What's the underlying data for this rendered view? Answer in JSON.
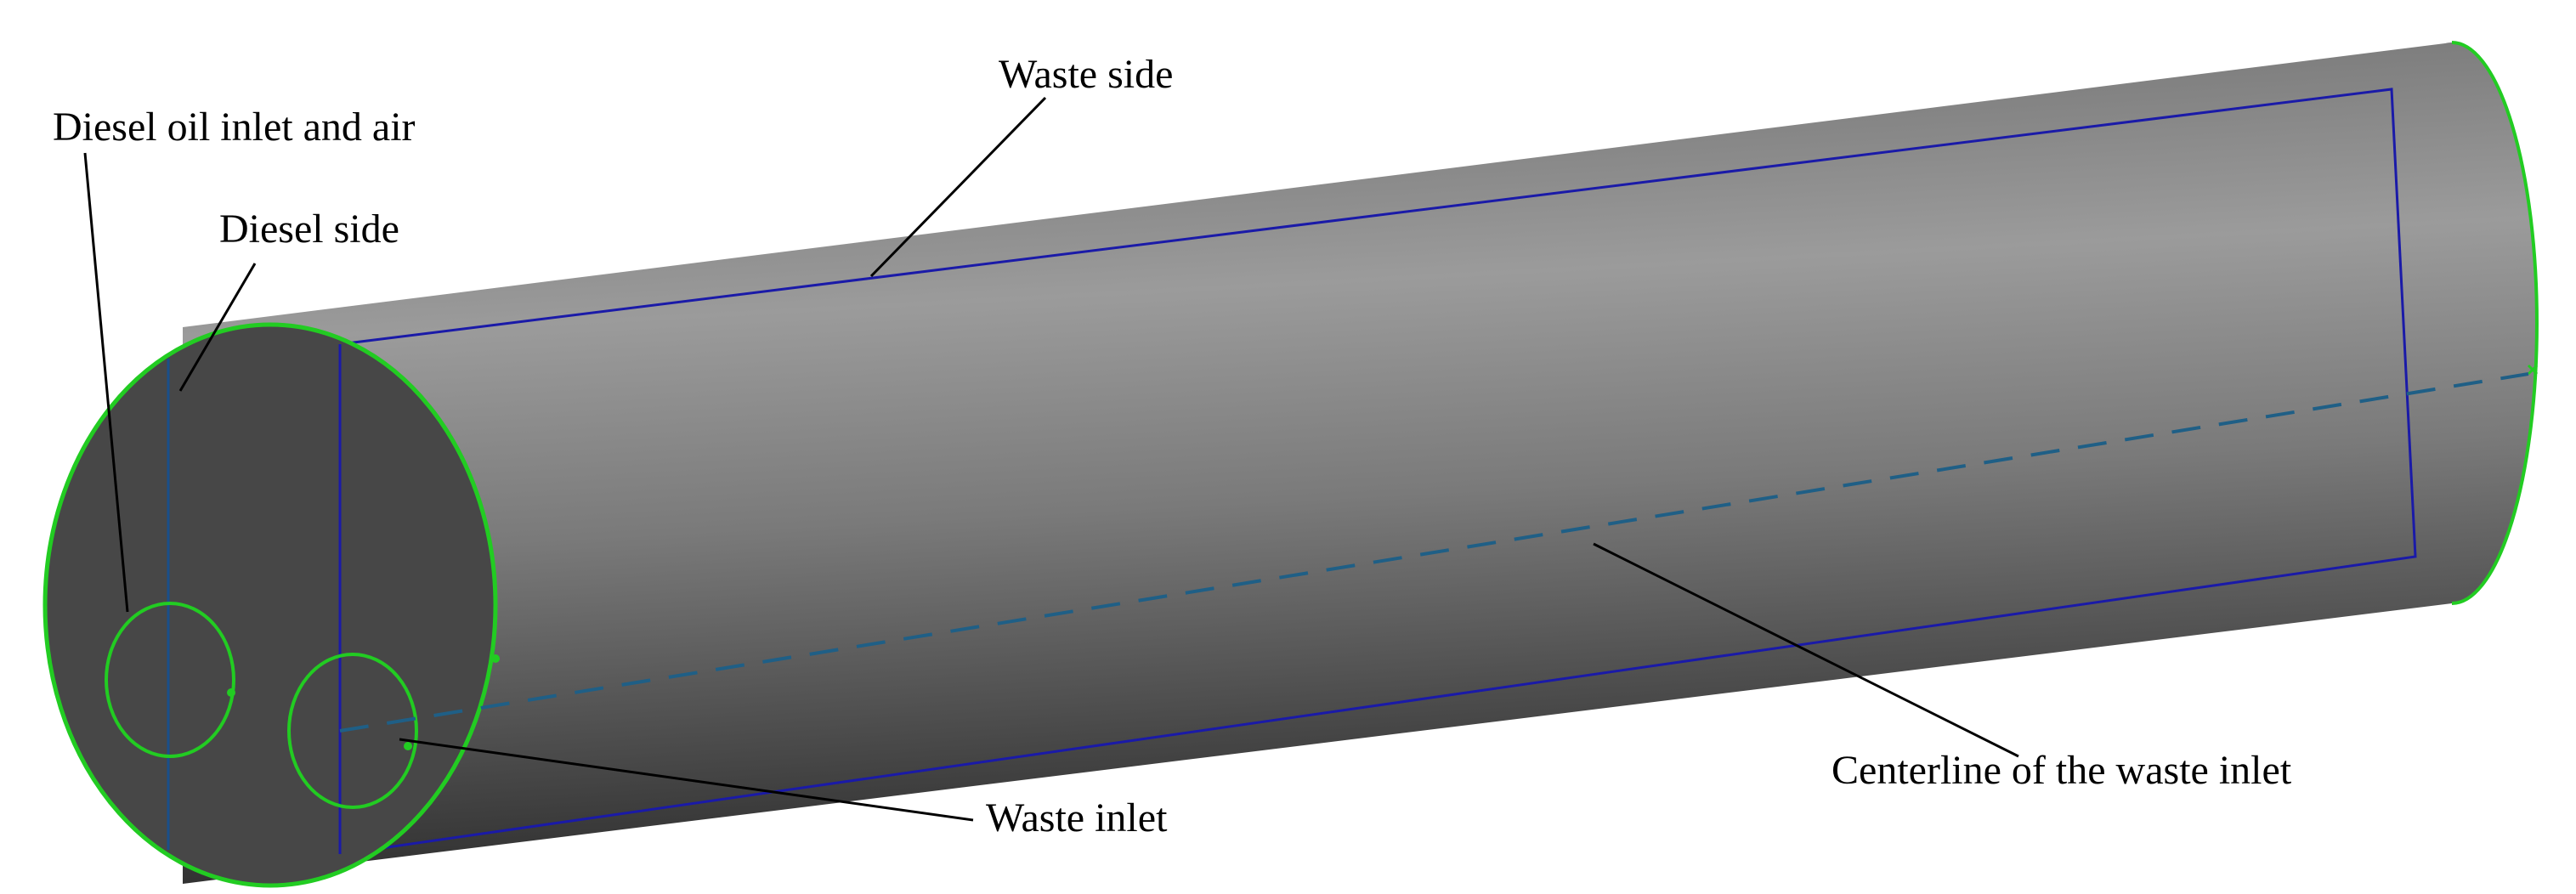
{
  "labels": {
    "diesel_oil_inlet_and_air": "Diesel oil inlet and air",
    "diesel_side": "Diesel side",
    "waste_side": "Waste side",
    "waste_inlet": "Waste inlet",
    "centerline_of_waste_inlet": "Centerline of the waste inlet"
  },
  "colors": {
    "cylinder_body_light": "#9a9a9a",
    "cylinder_body_dark": "#3a3a3a",
    "end_face": "#4a4a4a",
    "outline_green": "#22cc22",
    "blue_lines": "#1a1aa8",
    "centerline": "#1f5f86",
    "leader": "#000000"
  }
}
